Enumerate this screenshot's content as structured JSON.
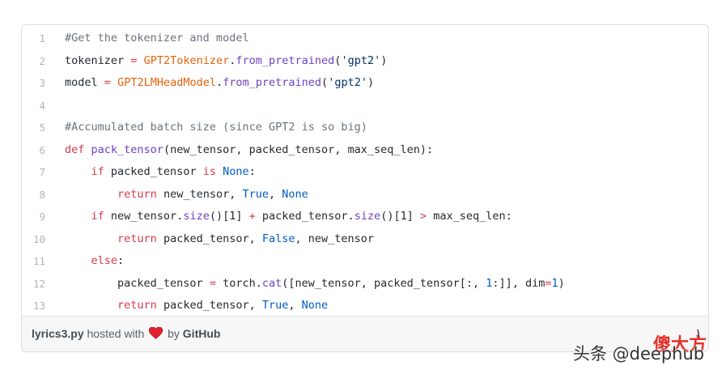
{
  "code_lines": [
    {
      "n": "1",
      "tokens": [
        {
          "t": "#Get the tokenizer and model",
          "c": "com"
        }
      ]
    },
    {
      "n": "2",
      "tokens": [
        {
          "t": "tokenizer ",
          "c": "pl"
        },
        {
          "t": "=",
          "c": "op"
        },
        {
          "t": " ",
          "c": "pl"
        },
        {
          "t": "GPT2Tokenizer",
          "c": "cls"
        },
        {
          "t": ".",
          "c": "pl"
        },
        {
          "t": "from_pretrained",
          "c": "fn"
        },
        {
          "t": "(",
          "c": "pl"
        },
        {
          "t": "'gpt2'",
          "c": "str"
        },
        {
          "t": ")",
          "c": "pl"
        }
      ]
    },
    {
      "n": "3",
      "tokens": [
        {
          "t": "model ",
          "c": "pl"
        },
        {
          "t": "=",
          "c": "op"
        },
        {
          "t": " ",
          "c": "pl"
        },
        {
          "t": "GPT2LMHeadModel",
          "c": "cls"
        },
        {
          "t": ".",
          "c": "pl"
        },
        {
          "t": "from_pretrained",
          "c": "fn"
        },
        {
          "t": "(",
          "c": "pl"
        },
        {
          "t": "'gpt2'",
          "c": "str"
        },
        {
          "t": ")",
          "c": "pl"
        }
      ]
    },
    {
      "n": "4",
      "tokens": []
    },
    {
      "n": "5",
      "tokens": [
        {
          "t": "#Accumulated batch size (since GPT2 is so big)",
          "c": "com"
        }
      ]
    },
    {
      "n": "6",
      "tokens": [
        {
          "t": "def",
          "c": "kw"
        },
        {
          "t": " ",
          "c": "pl"
        },
        {
          "t": "pack_tensor",
          "c": "fn"
        },
        {
          "t": "(new_tensor, packed_tensor, max_seq_len):",
          "c": "pl"
        }
      ]
    },
    {
      "n": "7",
      "tokens": [
        {
          "t": "    ",
          "c": "pl"
        },
        {
          "t": "if",
          "c": "kw"
        },
        {
          "t": " packed_tensor ",
          "c": "pl"
        },
        {
          "t": "is",
          "c": "kw"
        },
        {
          "t": " ",
          "c": "pl"
        },
        {
          "t": "None",
          "c": "con"
        },
        {
          "t": ":",
          "c": "pl"
        }
      ]
    },
    {
      "n": "8",
      "tokens": [
        {
          "t": "        ",
          "c": "pl"
        },
        {
          "t": "return",
          "c": "kw"
        },
        {
          "t": " new_tensor, ",
          "c": "pl"
        },
        {
          "t": "True",
          "c": "con"
        },
        {
          "t": ", ",
          "c": "pl"
        },
        {
          "t": "None",
          "c": "con"
        }
      ]
    },
    {
      "n": "9",
      "tokens": [
        {
          "t": "    ",
          "c": "pl"
        },
        {
          "t": "if",
          "c": "kw"
        },
        {
          "t": " new_tensor.",
          "c": "pl"
        },
        {
          "t": "size",
          "c": "fn"
        },
        {
          "t": "()[1] ",
          "c": "pl"
        },
        {
          "t": "+",
          "c": "op"
        },
        {
          "t": " packed_tensor.",
          "c": "pl"
        },
        {
          "t": "size",
          "c": "fn"
        },
        {
          "t": "()[1] ",
          "c": "pl"
        },
        {
          "t": ">",
          "c": "op"
        },
        {
          "t": " max_seq_len:",
          "c": "pl"
        }
      ]
    },
    {
      "n": "10",
      "tokens": [
        {
          "t": "        ",
          "c": "pl"
        },
        {
          "t": "return",
          "c": "kw"
        },
        {
          "t": " packed_tensor, ",
          "c": "pl"
        },
        {
          "t": "False",
          "c": "con"
        },
        {
          "t": ", new_tensor",
          "c": "pl"
        }
      ]
    },
    {
      "n": "11",
      "tokens": [
        {
          "t": "    ",
          "c": "pl"
        },
        {
          "t": "else",
          "c": "kw"
        },
        {
          "t": ":",
          "c": "pl"
        }
      ]
    },
    {
      "n": "12",
      "tokens": [
        {
          "t": "        packed_tensor ",
          "c": "pl"
        },
        {
          "t": "=",
          "c": "op"
        },
        {
          "t": " torch.",
          "c": "pl"
        },
        {
          "t": "cat",
          "c": "fn"
        },
        {
          "t": "([new_tensor, packed_tensor[:, ",
          "c": "pl"
        },
        {
          "t": "1",
          "c": "con"
        },
        {
          "t": ":]], dim",
          "c": "pl"
        },
        {
          "t": "=",
          "c": "op"
        },
        {
          "t": "1",
          "c": "con"
        },
        {
          "t": ")",
          "c": "pl"
        }
      ]
    },
    {
      "n": "13",
      "tokens": [
        {
          "t": "        ",
          "c": "pl"
        },
        {
          "t": "return",
          "c": "kw"
        },
        {
          "t": " packed_tensor, ",
          "c": "pl"
        },
        {
          "t": "True",
          "c": "con"
        },
        {
          "t": ", ",
          "c": "pl"
        },
        {
          "t": "None",
          "c": "con"
        }
      ]
    }
  ],
  "meta": {
    "filename": "lyrics3.py",
    "hosted_text": "hosted with",
    "by_text": "by",
    "host": "GitHub",
    "view_raw": "\\"
  },
  "watermark": {
    "brand": "傻大方",
    "account": "头条 @deephub"
  },
  "colors": {
    "comment": "#6a737d",
    "keyword": "#d73a49",
    "function": "#6f42c1",
    "class": "#e36209",
    "string": "#032f62",
    "constant": "#005cc5",
    "heart": "#e25555",
    "watermark_red": "#e5322d"
  },
  "icons": {
    "heart": "heart-icon"
  }
}
